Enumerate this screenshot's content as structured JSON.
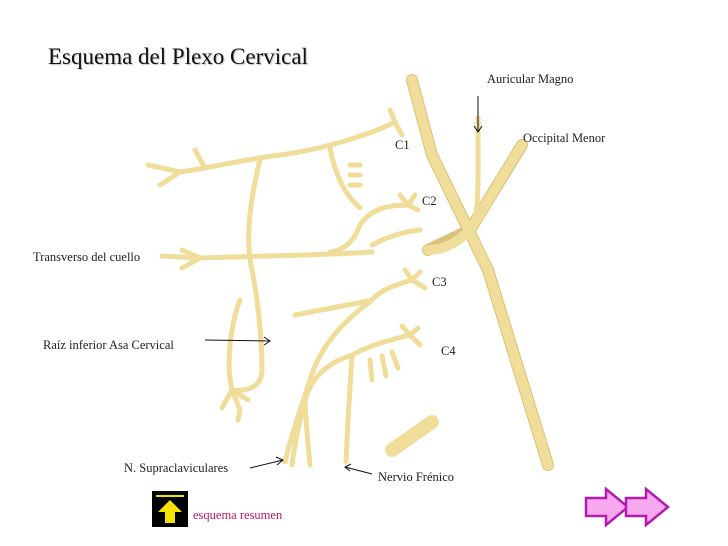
{
  "title": "Esquema del Plexo Cervical",
  "labels": {
    "auricular_magno": "Auricular Magno",
    "occipital_menor": "Occipital Menor",
    "c1": "C1",
    "c2": "C2",
    "c3": "C3",
    "c4": "C4",
    "transverso": "Transverso del cuello",
    "raiz_inferior": "Raíz inferior Asa Cervical",
    "supraclaviculares": "N. Supraclaviculares",
    "frenico": "Nervio Frénico"
  },
  "nav": {
    "summary_link": "esquema resumen",
    "up_icon": "up-arrow-icon",
    "next_icon": "double-right-arrow-icon"
  },
  "colors": {
    "nerve": "#f0dd9a",
    "nerve_edge": "#d9c27a",
    "link": "#c2185b",
    "up_arrow": "#f5e100",
    "next_arrow_fill": "#f7a8ee",
    "next_arrow_stroke": "#b21bb0"
  }
}
